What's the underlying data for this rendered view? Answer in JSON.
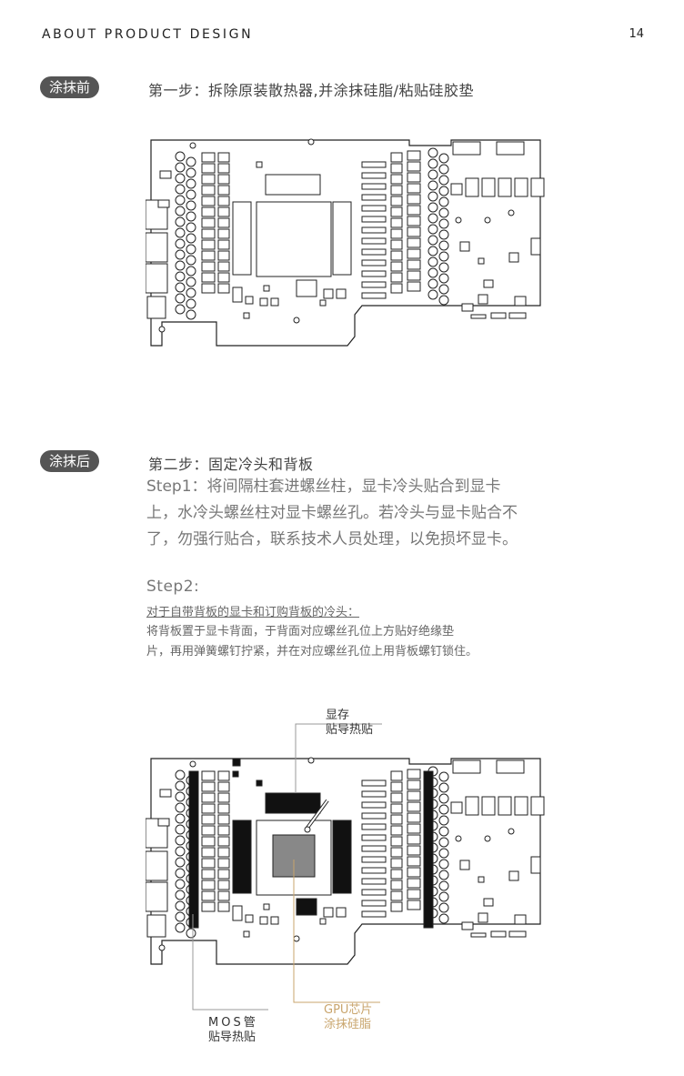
{
  "header": {
    "title": "ABOUT PRODUCT DESIGN",
    "page_number": "14"
  },
  "section1": {
    "badge": "涂抹前",
    "title": "第一步：拆除原装散热器,并涂抹硅脂/粘贴硅胶垫"
  },
  "section2": {
    "badge": "涂抹后",
    "title": "第二步：固定冷头和背板",
    "step1_lines": [
      "Step1：将间隔柱套进螺丝柱，显卡冷头贴合到显卡",
      "上，水冷头螺丝柱对显卡螺丝孔。若冷头与显卡贴合不",
      "了，勿强行贴合，联系技术人员处理，以免损坏显卡。"
    ],
    "step2_label": "Step2:",
    "step2_subtitle": "对于自带背板的显卡和订购背板的冷头：",
    "step2_lines": [
      "将背板置于显卡背面，于背面对应螺丝孔位上方贴好绝缘垫",
      "片，再用弹簧螺钉拧紧，并在对应螺丝孔位上用背板螺钉锁住。"
    ]
  },
  "callouts": {
    "memory_line1": "显存",
    "memory_line2": "贴导热贴",
    "mos_line1": "MOS管",
    "mos_line2": "贴导热贴",
    "gpu_line1": "GPU芯片",
    "gpu_line2": "涂抹硅脂"
  },
  "colors": {
    "badge_bg": "#555555",
    "gold": "#c9a56d",
    "pad_black": "#111111"
  }
}
